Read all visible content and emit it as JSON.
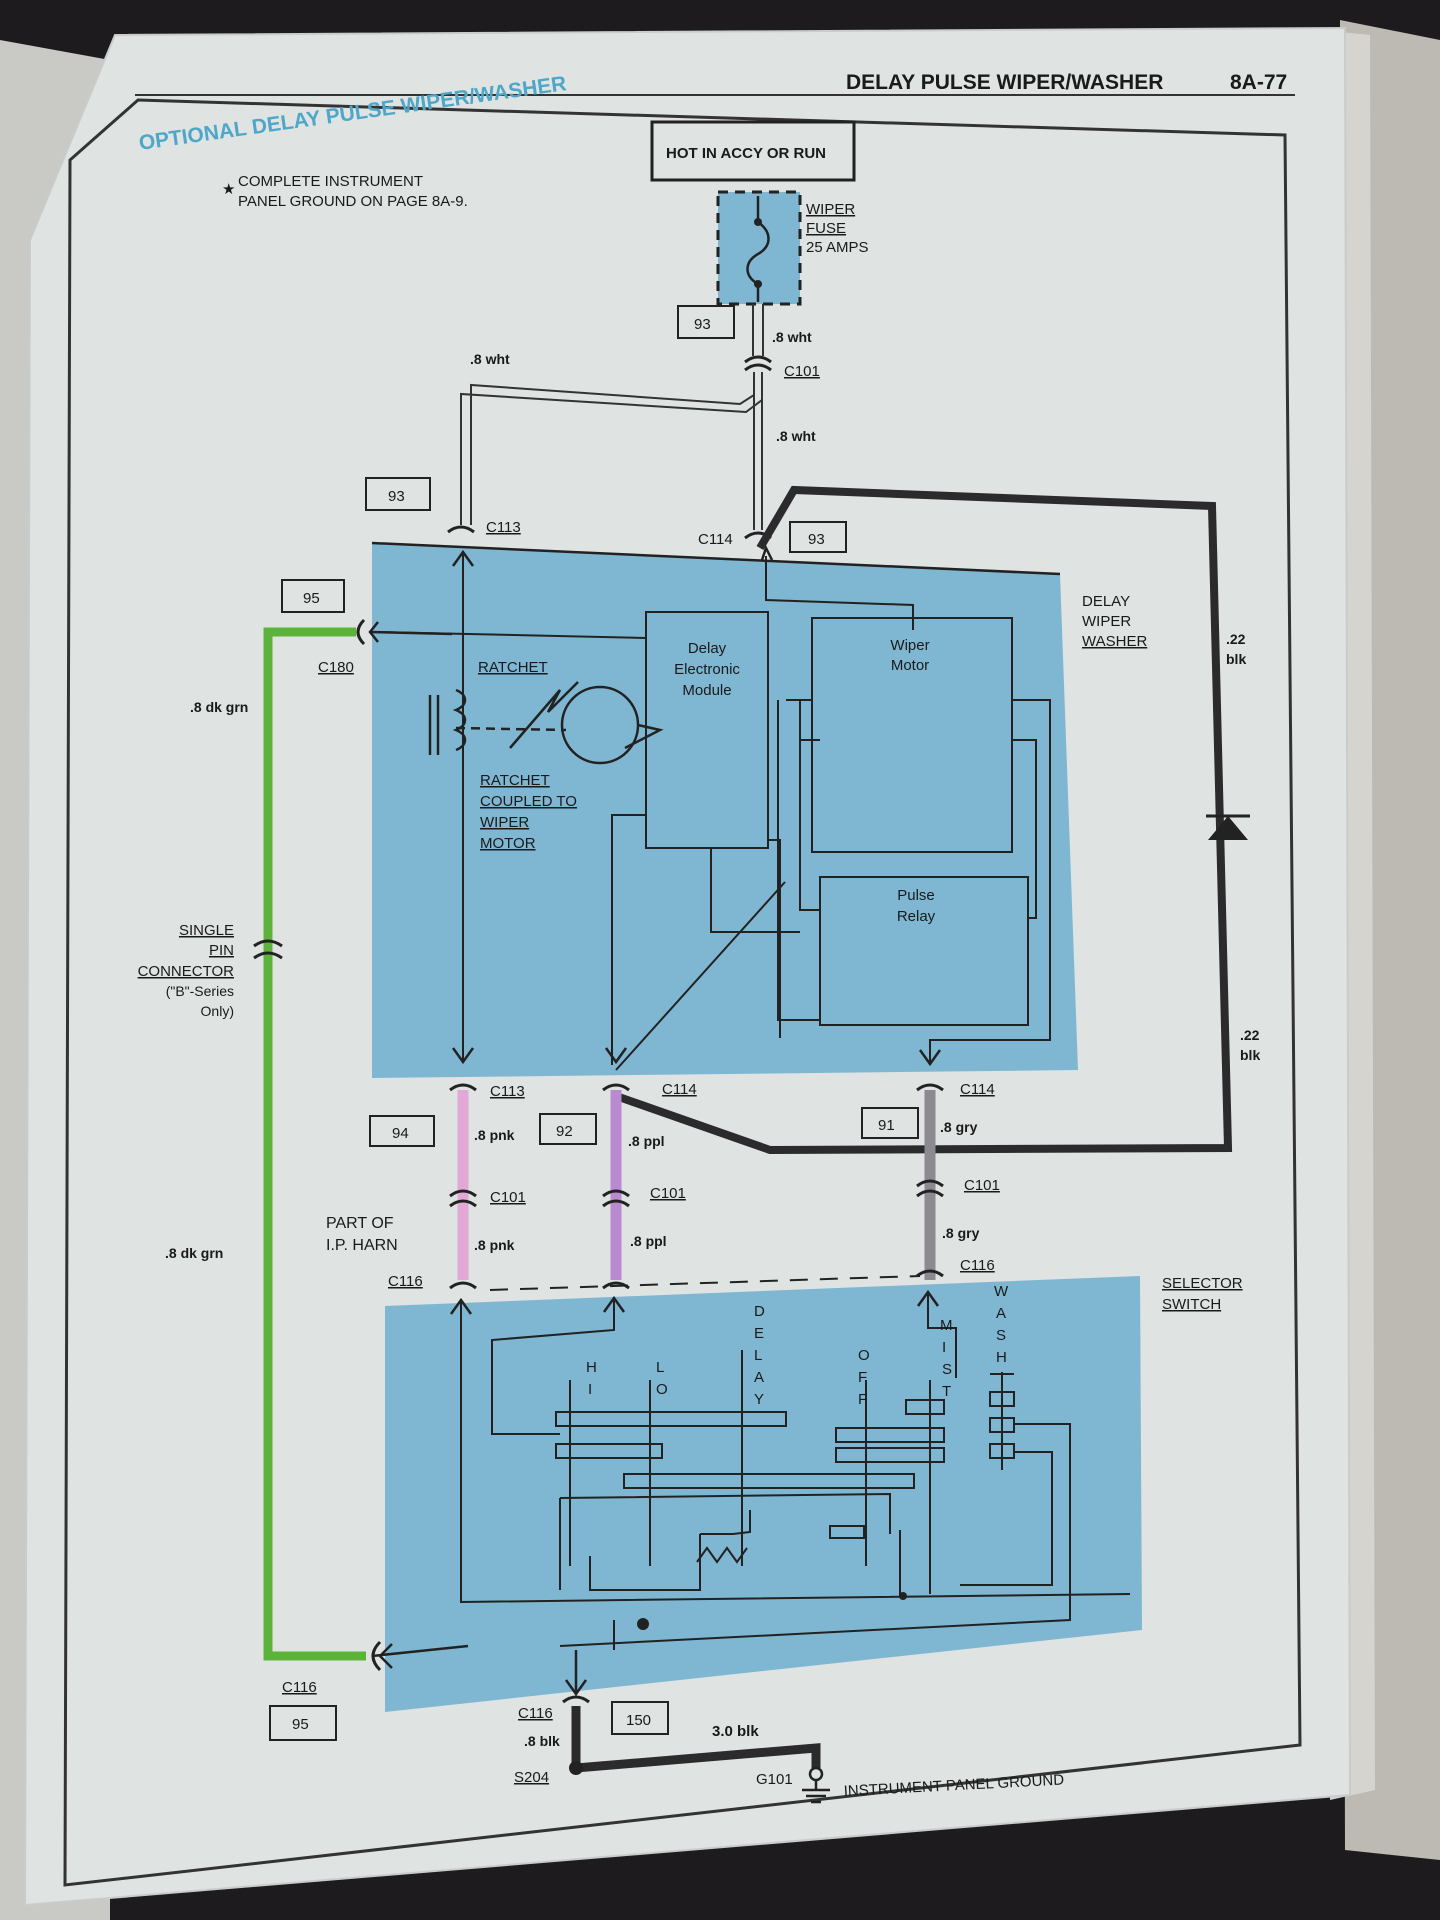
{
  "header": {
    "section_title": "DELAY PULSE WIPER/WASHER",
    "page_number": "8A-77",
    "diagram_title": "OPTIONAL DELAY PULSE WIPER/WASHER"
  },
  "notes": {
    "star": "★",
    "ground_note_line1": "COMPLETE INSTRUMENT",
    "ground_note_line2": "PANEL GROUND ON PAGE 8A-9."
  },
  "power": {
    "hot_label": "HOT IN ACCY OR RUN",
    "fuse_line1": "WIPER",
    "fuse_line2": "FUSE",
    "fuse_line3": "25 AMPS"
  },
  "circuits": {
    "c93": "93",
    "c95": "95",
    "c94": "94",
    "c92": "92",
    "c91": "91",
    "c150": "150"
  },
  "wires": {
    "wht": ".8 wht",
    "dk_grn": ".8 dk grn",
    "pnk": ".8 pnk",
    "ppl": ".8 ppl",
    "gry": ".8 gry",
    "blk_22": ".22",
    "blk_22b": "blk",
    "blk_8": ".8 blk",
    "blk_30": "3.0 blk"
  },
  "connectors": {
    "c101": "C101",
    "c113": "C113",
    "c114": "C114",
    "c180": "C180",
    "c116": "C116",
    "s204": "S204",
    "g101": "G101"
  },
  "module": {
    "label_line1": "DELAY",
    "label_line2": "WIPER",
    "label_line3": "WASHER",
    "ratchet": "RATCHET",
    "ratchet_coupled_1": "RATCHET",
    "ratchet_coupled_2": "COUPLED TO",
    "ratchet_coupled_3": "WIPER",
    "ratchet_coupled_4": "MOTOR",
    "dem_1": "Delay",
    "dem_2": "Electronic",
    "dem_3": "Module",
    "motor_1": "Wiper",
    "motor_2": "Motor",
    "relay_1": "Pulse",
    "relay_2": "Relay"
  },
  "harness": {
    "single_pin_1": "SINGLE",
    "single_pin_2": "PIN",
    "single_pin_3": "CONNECTOR",
    "single_pin_4": "(\"B\"-Series",
    "single_pin_5": "Only)",
    "part_of_1": "PART OF",
    "part_of_2": "I.P. HARN"
  },
  "selector": {
    "label_line1": "SELECTOR",
    "label_line2": "SWITCH",
    "pos_hi": [
      "H",
      "I"
    ],
    "pos_lo": [
      "L",
      "O"
    ],
    "pos_delay": [
      "D",
      "E",
      "L",
      "A",
      "Y"
    ],
    "pos_off": [
      "O",
      "F",
      "F"
    ],
    "pos_mist": [
      "M",
      "I",
      "S",
      "T"
    ],
    "pos_wash": [
      "W",
      "A",
      "S",
      "H"
    ]
  },
  "ground": {
    "label": "INSTRUMENT PANEL GROUND"
  },
  "colors": {
    "module_fill": "#7fb7d3",
    "grn_wire": "#5cb33a",
    "pnk_wire": "#e2a8d6",
    "ppl_wire": "#b98ad0",
    "gry_wire": "#8c8a90",
    "blk_wire": "#2b2a2c",
    "page": "#dfe3e2"
  }
}
